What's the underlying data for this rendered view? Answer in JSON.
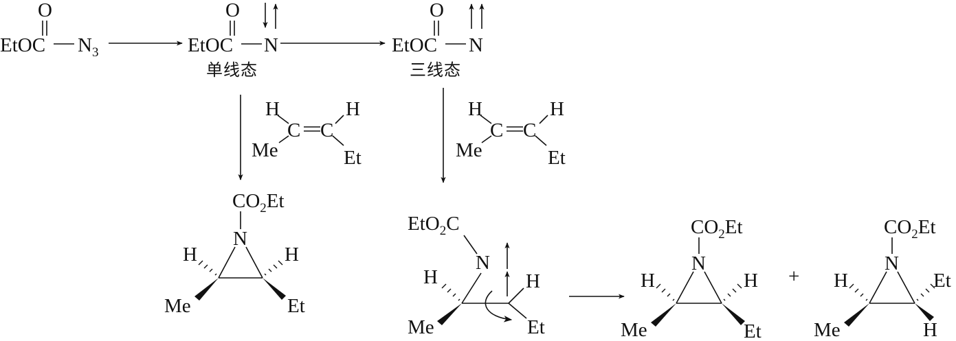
{
  "atoms": {
    "O": "O",
    "EtOC": "EtOC",
    "N": "N",
    "N3_main": "N",
    "N3_sub": "3",
    "H": "H",
    "C": "C",
    "Me": "Me",
    "Et": "Et",
    "CO2Et_a": "CO",
    "CO2Et_sub": "2",
    "CO2Et_b": "Et",
    "EtO2C_a": "EtO",
    "EtO2C_sub": "2",
    "EtO2C_b": "C",
    "plus": "+"
  },
  "labels": {
    "singlet": "单线态",
    "triplet": "三线态"
  }
}
